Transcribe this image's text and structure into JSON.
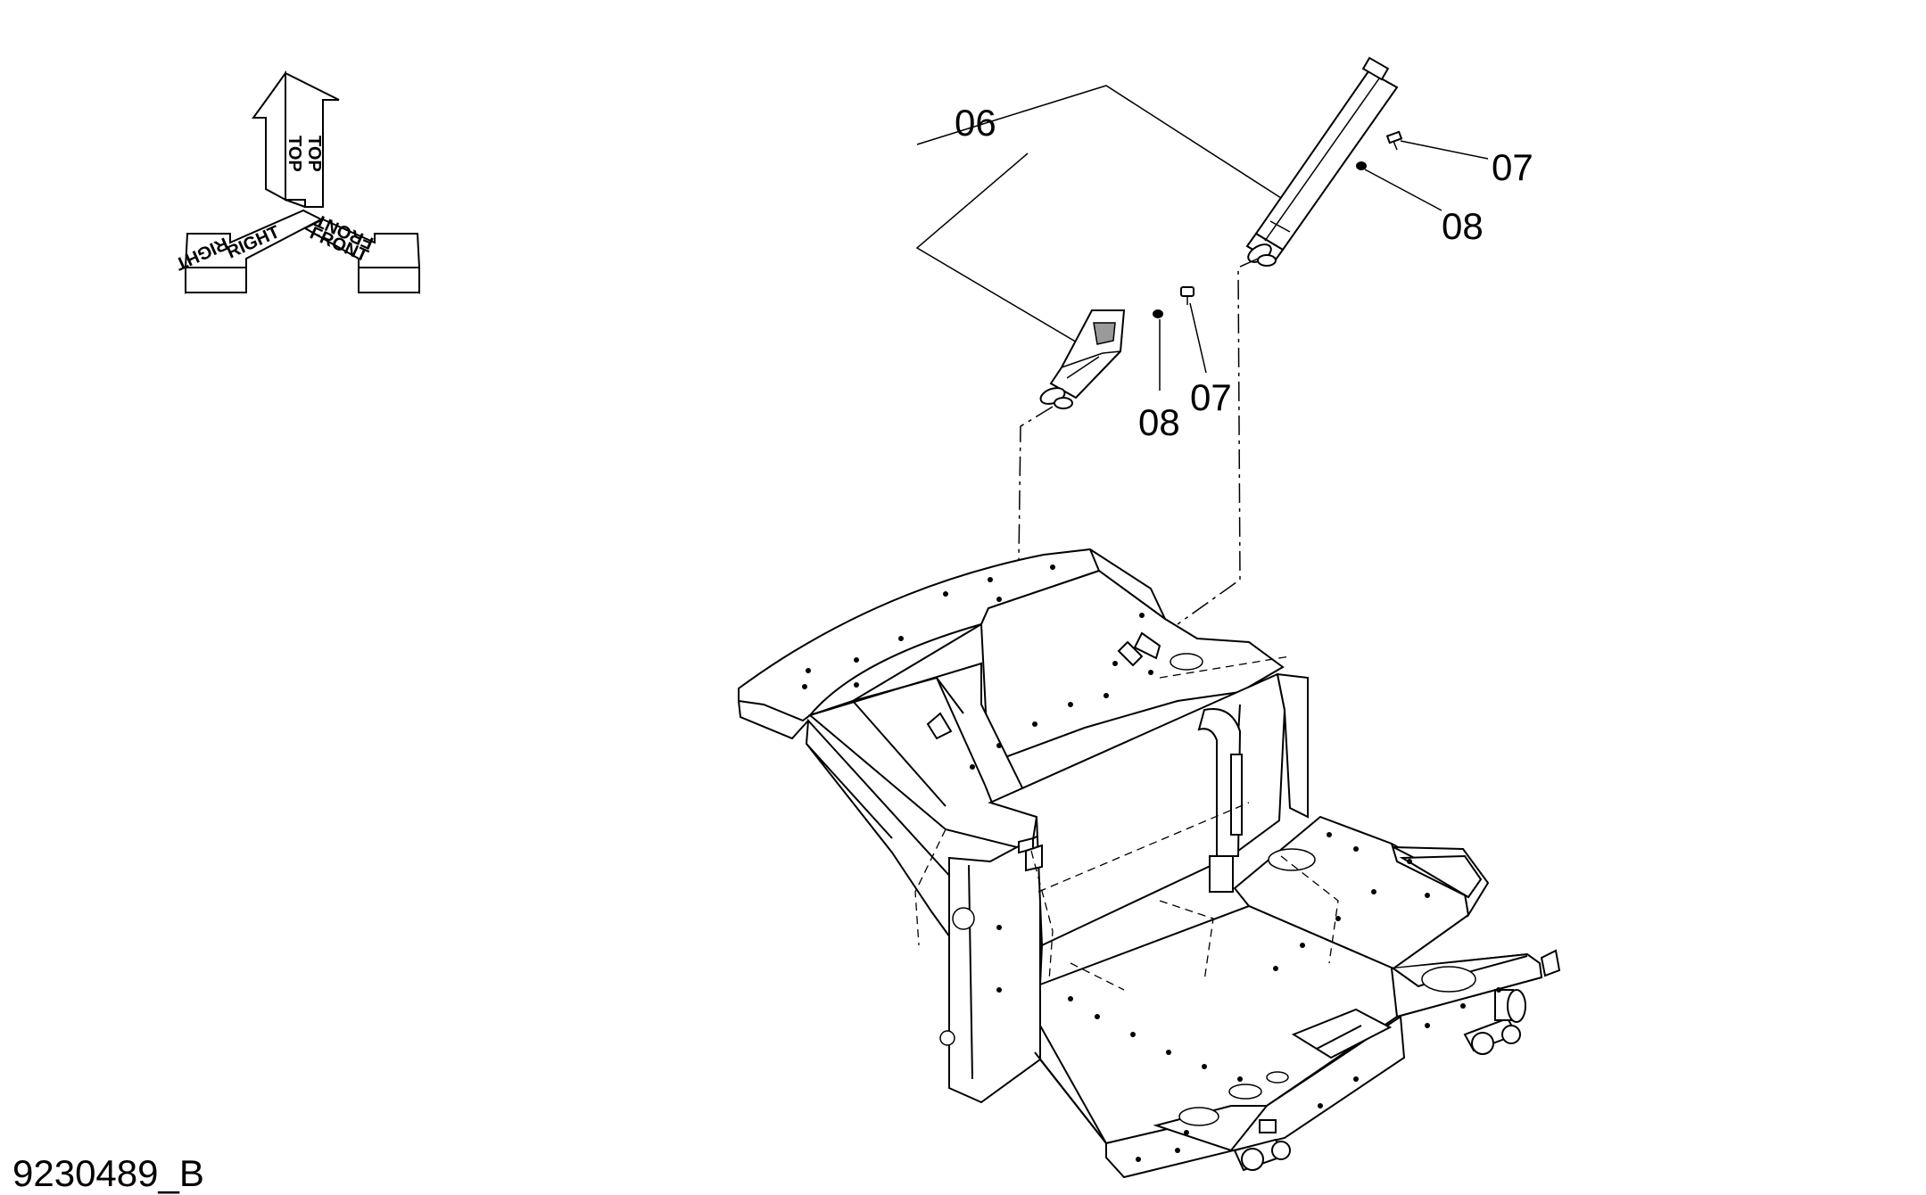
{
  "drawing_number": "9230489_B",
  "orientation_arrows": {
    "top_label": "TOP",
    "right_label": "RIGHT",
    "front_label": "FRONT"
  },
  "callouts": [
    {
      "id": "06",
      "label": "06"
    },
    {
      "id": "07-upper",
      "label": "07"
    },
    {
      "id": "08-upper",
      "label": "08"
    },
    {
      "id": "07-lower",
      "label": "07"
    },
    {
      "id": "08-lower",
      "label": "08"
    }
  ]
}
